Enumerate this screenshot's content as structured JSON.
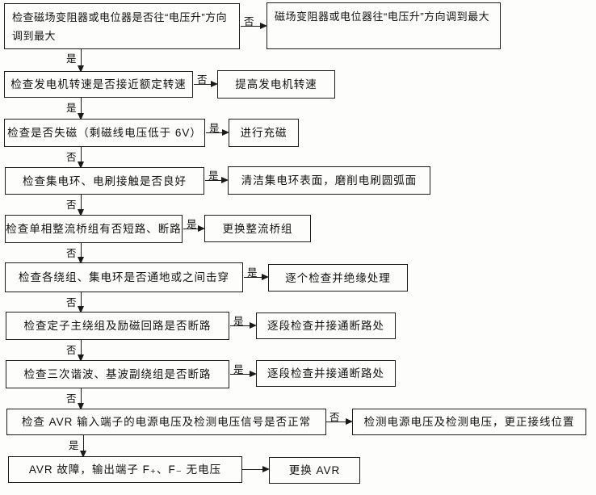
{
  "diagram": {
    "type": "flowchart",
    "language": "zh-CN",
    "subject": "发电机/AVR 电压故障检查流程",
    "colors": {
      "line": "#1a1a1a",
      "box_border": "#1c1c1c",
      "background": "#fdfdfc",
      "text": "#111111"
    },
    "yes_label": "是",
    "no_label": "否",
    "rows": [
      {
        "check": "检查磁场变阻器或电位器是否往“电压升”方向调到最大",
        "action": "磁场变阻器或电位器往“电压升”方向调到最大",
        "branch_label": "否",
        "down_label": "是"
      },
      {
        "check": "检查发电机转速是否接近额定转速",
        "action": "提高发电机转速",
        "branch_label": "否",
        "down_label": "是"
      },
      {
        "check": "检查是否失磁（剩磁线电压低于 6V）",
        "action": "进行充磁",
        "branch_label": "是",
        "down_label": "否"
      },
      {
        "check": "检查集电环、电刷接触是否良好",
        "action": "清洁集电环表面，磨削电刷圆弧面",
        "branch_label": "是",
        "down_label": "否"
      },
      {
        "check": "检查单相整流桥组有否短路、断路",
        "action": "更换整流桥组",
        "branch_label": "是",
        "down_label": "否"
      },
      {
        "check": "检查各绕组、集电环是否通地或之间击穿",
        "action": "逐个检查并绝缘处理",
        "branch_label": "是",
        "down_label": "否"
      },
      {
        "check": "检查定子主绕组及励磁回路是否断路",
        "action": "逐段检查并接通断路处",
        "branch_label": "是",
        "down_label": "否"
      },
      {
        "check": "检查三次谐波、基波副绕组是否断路",
        "action": "逐段检查并接通断路处",
        "branch_label": "是",
        "down_label": "否"
      },
      {
        "check": "检查 AVR 输入端子的电源电压及检测电压信号是否正常",
        "action": "检测电源电压及检测电压，更正接线位置",
        "branch_label": "否",
        "down_label": "是"
      },
      {
        "check": "AVR 故障，输出端子 F₊、F₋ 无电压",
        "action": "更换 AVR",
        "branch_label": ""
      }
    ]
  }
}
